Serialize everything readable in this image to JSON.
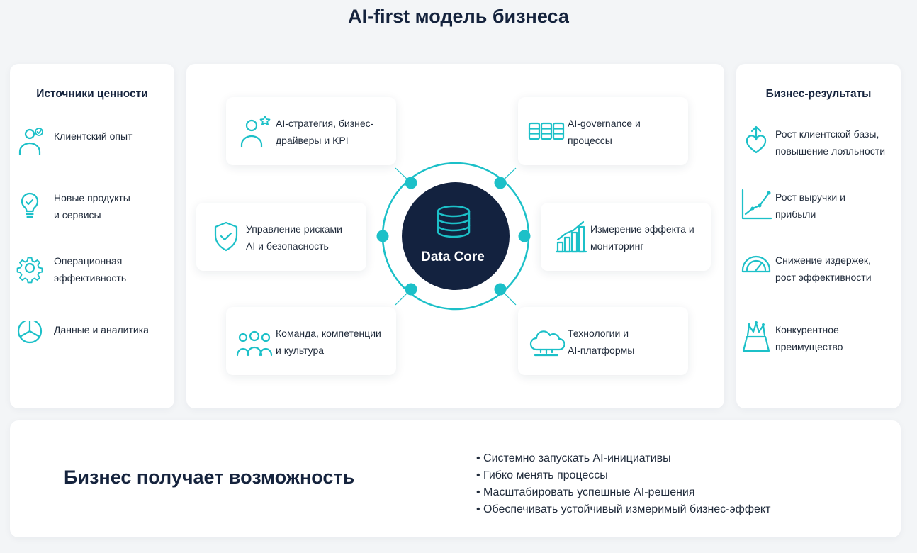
{
  "title": "AI-first модель бизнеса",
  "colors": {
    "accent": "#1cc0c8",
    "core": "#13223f",
    "background": "#f3f5f7"
  },
  "sources": {
    "heading": "Источники ценности",
    "items": [
      {
        "icon": "user-check-icon",
        "lines": [
          "Клиентский опыт"
        ]
      },
      {
        "icon": "lightbulb-icon",
        "lines": [
          "Новые продукты",
          "и сервисы"
        ]
      },
      {
        "icon": "gear-icon",
        "lines": [
          "Операционная",
          "эффективность"
        ]
      },
      {
        "icon": "pie-chart-icon",
        "lines": [
          "Данные и аналитика"
        ]
      }
    ]
  },
  "core": {
    "label": "Data Core",
    "icon": "database-icon",
    "nodes": [
      {
        "icon": "user-star-icon",
        "lines": [
          "AI-стратегия, бизнес-",
          "драйверы и KPI"
        ]
      },
      {
        "icon": "server-rack-icon",
        "lines": [
          "AI-governance и",
          "процессы"
        ]
      },
      {
        "icon": "shield-check-icon",
        "lines": [
          "Управление рисками",
          "AI и безопасность"
        ]
      },
      {
        "icon": "bar-chart-icon",
        "lines": [
          "Измерение эффекта и",
          "мониторинг"
        ]
      },
      {
        "icon": "team-icon",
        "lines": [
          "Команда, компетенции",
          "и культура"
        ]
      },
      {
        "icon": "cloud-icon",
        "lines": [
          "Технологии и",
          "AI-платформы"
        ]
      }
    ]
  },
  "results": {
    "heading": "Бизнес-результаты",
    "items": [
      {
        "icon": "heart-arrow-icon",
        "lines": [
          "Рост клиентской базы,",
          "повышение лояльности"
        ]
      },
      {
        "icon": "line-chart-icon",
        "lines": [
          "Рост выручки и",
          "прибыли"
        ]
      },
      {
        "icon": "gauge-icon",
        "lines": [
          "Снижение издержек,",
          "рост эффективности"
        ]
      },
      {
        "icon": "crown-icon",
        "lines": [
          "Конкурентное",
          "преимущество"
        ]
      }
    ]
  },
  "bottom": {
    "heading": "Бизнес получает возможность",
    "bullets": [
      "Системно запускать AI-инициативы",
      "Гибко менять процессы",
      "Масштабировать успешные AI-решения",
      "Обеспечивать устойчивый измеримый бизнес-эффект"
    ]
  }
}
